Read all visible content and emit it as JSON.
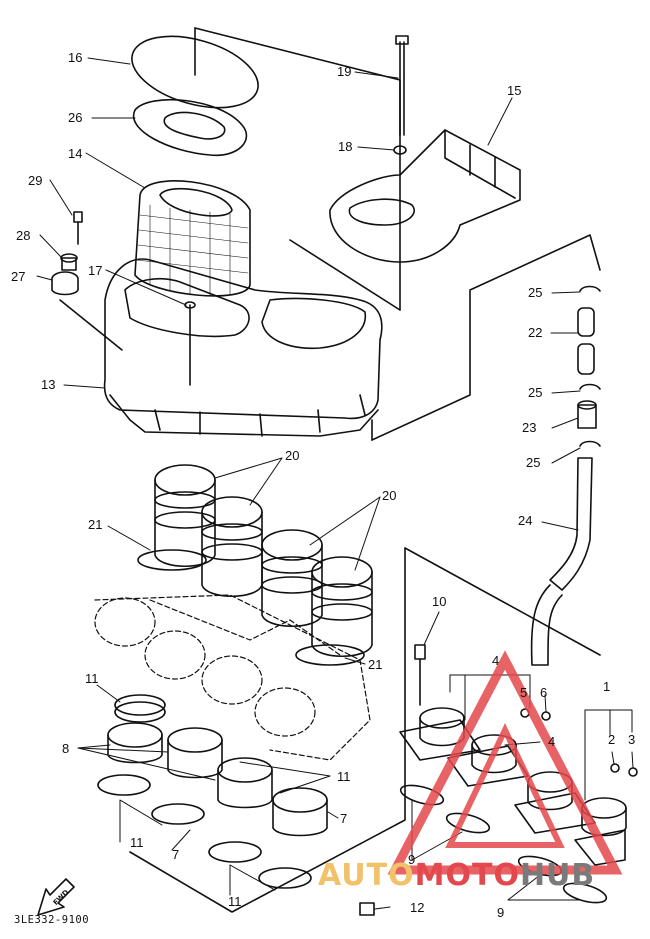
{
  "diagram": {
    "drawing_code": "3LE332-9100",
    "fwd_label": "FWD",
    "callouts": [
      {
        "id": "c16",
        "label": "16"
      },
      {
        "id": "c26",
        "label": "26"
      },
      {
        "id": "c14",
        "label": "14"
      },
      {
        "id": "c29",
        "label": "29"
      },
      {
        "id": "c28",
        "label": "28"
      },
      {
        "id": "c27",
        "label": "27"
      },
      {
        "id": "c17",
        "label": "17"
      },
      {
        "id": "c13",
        "label": "13"
      },
      {
        "id": "c19",
        "label": "19"
      },
      {
        "id": "c15",
        "label": "15"
      },
      {
        "id": "c18",
        "label": "18"
      },
      {
        "id": "c25a",
        "label": "25"
      },
      {
        "id": "c22",
        "label": "22"
      },
      {
        "id": "c25b",
        "label": "25"
      },
      {
        "id": "c23",
        "label": "23"
      },
      {
        "id": "c25c",
        "label": "25"
      },
      {
        "id": "c24",
        "label": "24"
      },
      {
        "id": "c20a",
        "label": "20"
      },
      {
        "id": "c20b",
        "label": "20"
      },
      {
        "id": "c21a",
        "label": "21"
      },
      {
        "id": "c21b",
        "label": "21"
      },
      {
        "id": "c10",
        "label": "10"
      },
      {
        "id": "c4a",
        "label": "4"
      },
      {
        "id": "c5",
        "label": "5"
      },
      {
        "id": "c6",
        "label": "6"
      },
      {
        "id": "c4b",
        "label": "4"
      },
      {
        "id": "c1",
        "label": "1"
      },
      {
        "id": "c2",
        "label": "2"
      },
      {
        "id": "c3",
        "label": "3"
      },
      {
        "id": "c11a",
        "label": "11"
      },
      {
        "id": "c8",
        "label": "8"
      },
      {
        "id": "c11b",
        "label": "11"
      },
      {
        "id": "c7a",
        "label": "7"
      },
      {
        "id": "c7b",
        "label": "7"
      },
      {
        "id": "c11c",
        "label": "11"
      },
      {
        "id": "c11d",
        "label": "11"
      },
      {
        "id": "c9a",
        "label": "9"
      },
      {
        "id": "c9b",
        "label": "9"
      },
      {
        "id": "c12",
        "label": "12"
      }
    ]
  },
  "watermark": {
    "text_part1": "AUTO",
    "text_part2": "MOTO",
    "text_part3": "HUB",
    "colors": {
      "part1": "#f2c26a",
      "part2": "#e4484c",
      "part3": "#7a7a7a",
      "triangle": "#e4484c"
    }
  }
}
